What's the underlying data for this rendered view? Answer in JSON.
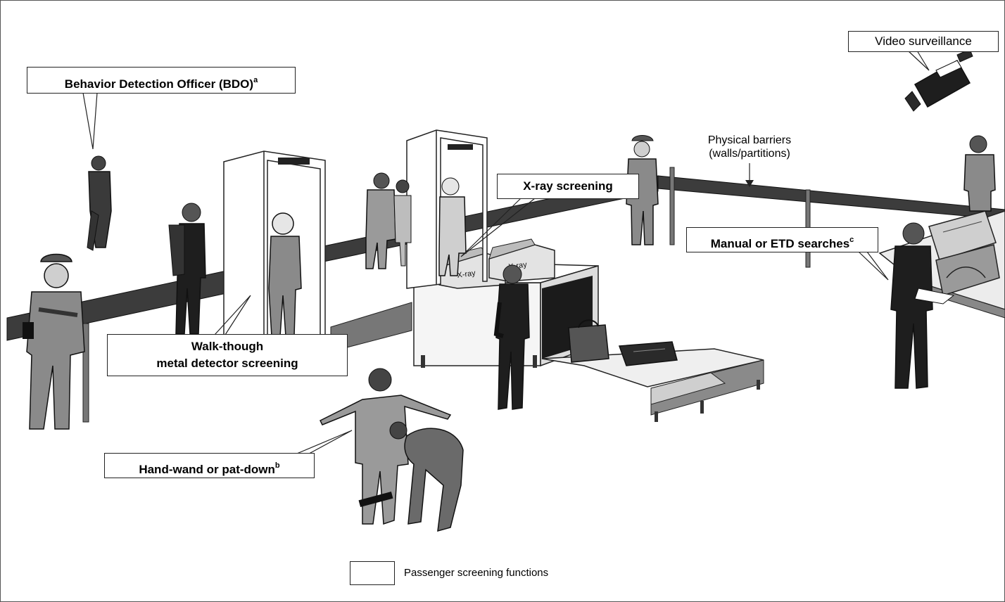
{
  "labels": {
    "bdo": {
      "text": "Behavior Detection Officer (BDO)",
      "sup": "a"
    },
    "video": "Video surveillance",
    "barriers_line1": "Physical barriers",
    "barriers_line2": "(walls/partitions)",
    "xray": "X-ray screening",
    "manual": {
      "text": "Manual or ETD searches",
      "sup": "c"
    },
    "walk_line1": "Walk-though",
    "walk_line2": "metal detector screening",
    "handwand": {
      "text": "Hand-wand or pat-down",
      "sup": "b"
    },
    "xray_unit_tag": "X-ray"
  },
  "legend": {
    "text": "Passenger screening functions"
  },
  "colors": {
    "barrier": "#3c3c3c",
    "uniform_dark": "#1e1e1e",
    "uniform_mid": "#6a6a6a",
    "counter_fill": "#8a8a8a",
    "surface_light": "#ececec"
  }
}
